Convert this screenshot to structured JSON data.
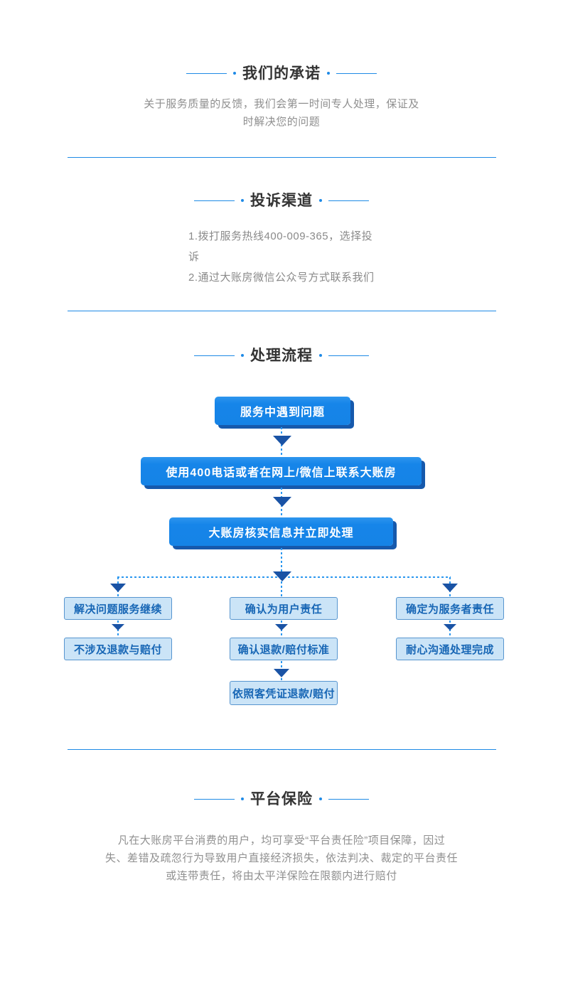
{
  "colors": {
    "accent_blue": "#1E8AE6",
    "dash_blue": "#2B97EF",
    "arrow_navy": "#1A53A5",
    "flow_box_fill": "#1685E9",
    "flow_box_shadow": "#1659AC",
    "branch_fill": "#CBE4F7",
    "branch_border": "#5795CF",
    "branch_text": "#1766B5",
    "title_text": "#333333",
    "body_text": "#8F8F8F"
  },
  "sections": {
    "promise": {
      "title": "我们的承诺",
      "lines": [
        "关于服务质量的反馈，我们会第一时间专人处理，保证及",
        "时解决您的问题"
      ]
    },
    "channels": {
      "title": "投诉渠道",
      "items": [
        "1.拨打服务热线400-009-365，选择投诉",
        "2.通过大账房微信公众号方式联系我们"
      ]
    },
    "process": {
      "title": "处理流程",
      "steps": [
        "服务中遇到问题",
        "使用400电话或者在网上/微信上联系大账房",
        "大账房核实信息并立即处理"
      ],
      "branches": {
        "left": [
          "解决问题服务继续",
          "不涉及退款与赔付"
        ],
        "middle": [
          "确认为用户责任",
          "确认退款/赔付标准",
          "依照客凭证退款/赔付"
        ],
        "right": [
          "确定为服务者责任",
          "耐心沟通处理完成"
        ]
      }
    },
    "insurance": {
      "title": "平台保险",
      "lines": [
        "凡在大账房平台消费的用户，均可享受“平台责任险”项目保障，因过",
        "失、差错及疏忽行为导致用户直接经济损失，依法判决、裁定的平台责任",
        "或连带责任，将由太平洋保险在限额内进行赔付"
      ]
    }
  }
}
